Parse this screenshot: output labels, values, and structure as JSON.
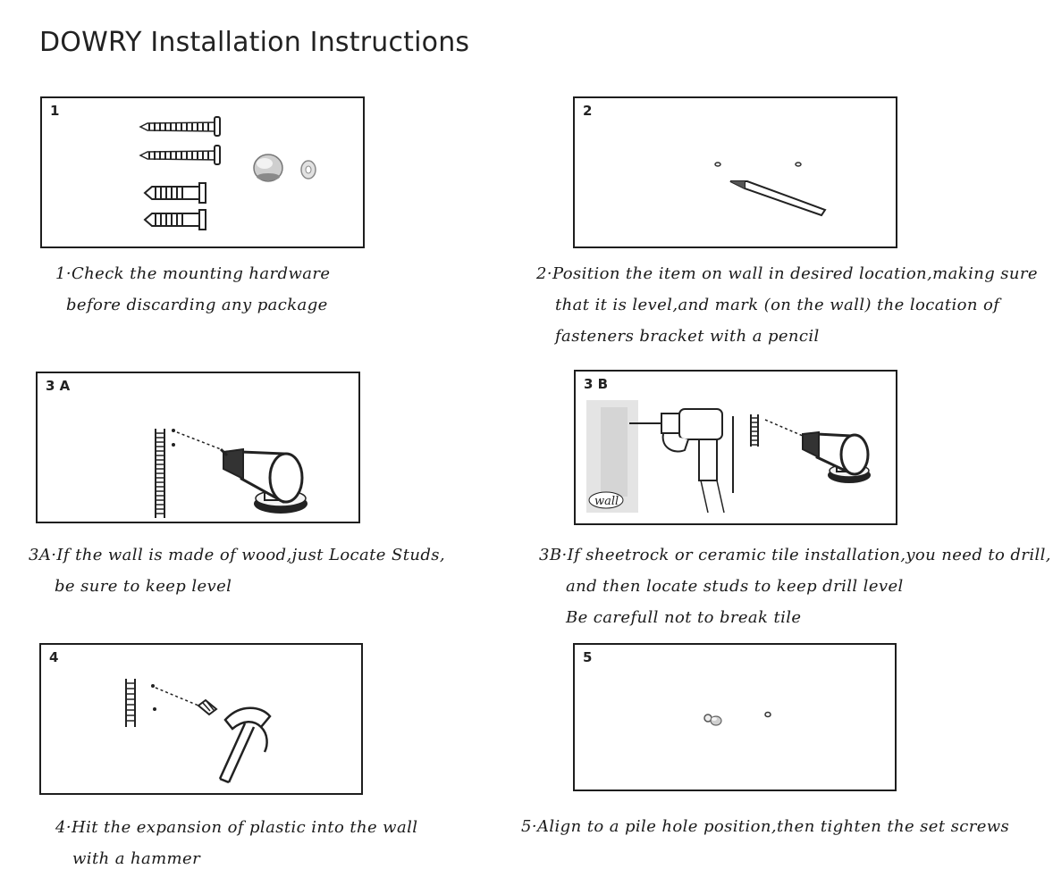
{
  "title": "DOWRY Installation Instructions",
  "panel1": {
    "label": "1"
  },
  "panel2": {
    "label": "2"
  },
  "panel3a": {
    "label": "3 A"
  },
  "panel3b": {
    "label": "3 B",
    "wall_text": "wall"
  },
  "panel4": {
    "label": "4"
  },
  "panel5": {
    "label": "5"
  },
  "caption1": {
    "line1": "1·Check the mounting hardware",
    "line2": "before discarding any package"
  },
  "caption2": {
    "line1": "2·Position the item on wall in desired location,making sure",
    "line2": "that it is level,and mark (on the wall) the location of",
    "line3": "fasteners bracket with a pencil"
  },
  "caption3a": {
    "line1": "3A·If the wall is made of wood,just Locate Studs,",
    "line2": "be sure to keep level"
  },
  "caption3b": {
    "line1": "3B·If sheetrock or ceramic tile installation,you need to drill,",
    "line2": "and then locate studs to keep drill level",
    "line3": "Be carefull not to break tile"
  },
  "caption4": {
    "line1": "4·Hit the expansion of plastic into the wall",
    "line2": "with a hammer"
  },
  "caption5": {
    "line1": "5·Align to a pile hole position,then tighten the set screws"
  },
  "icons": {
    "panel1": [
      "screw-icon",
      "screw-icon",
      "wall-anchor-icon",
      "wall-anchor-icon",
      "cap-icon",
      "washer-icon"
    ],
    "panel2": [
      "pencil-icon"
    ],
    "panel3a": [
      "drill-icon",
      "stud-icon"
    ],
    "panel3b": [
      "hand-drill-icon",
      "drill-icon",
      "stud-icon"
    ],
    "panel4": [
      "hammer-icon",
      "wall-anchor-icon",
      "stud-icon"
    ],
    "panel5": [
      "cap-icon"
    ]
  }
}
